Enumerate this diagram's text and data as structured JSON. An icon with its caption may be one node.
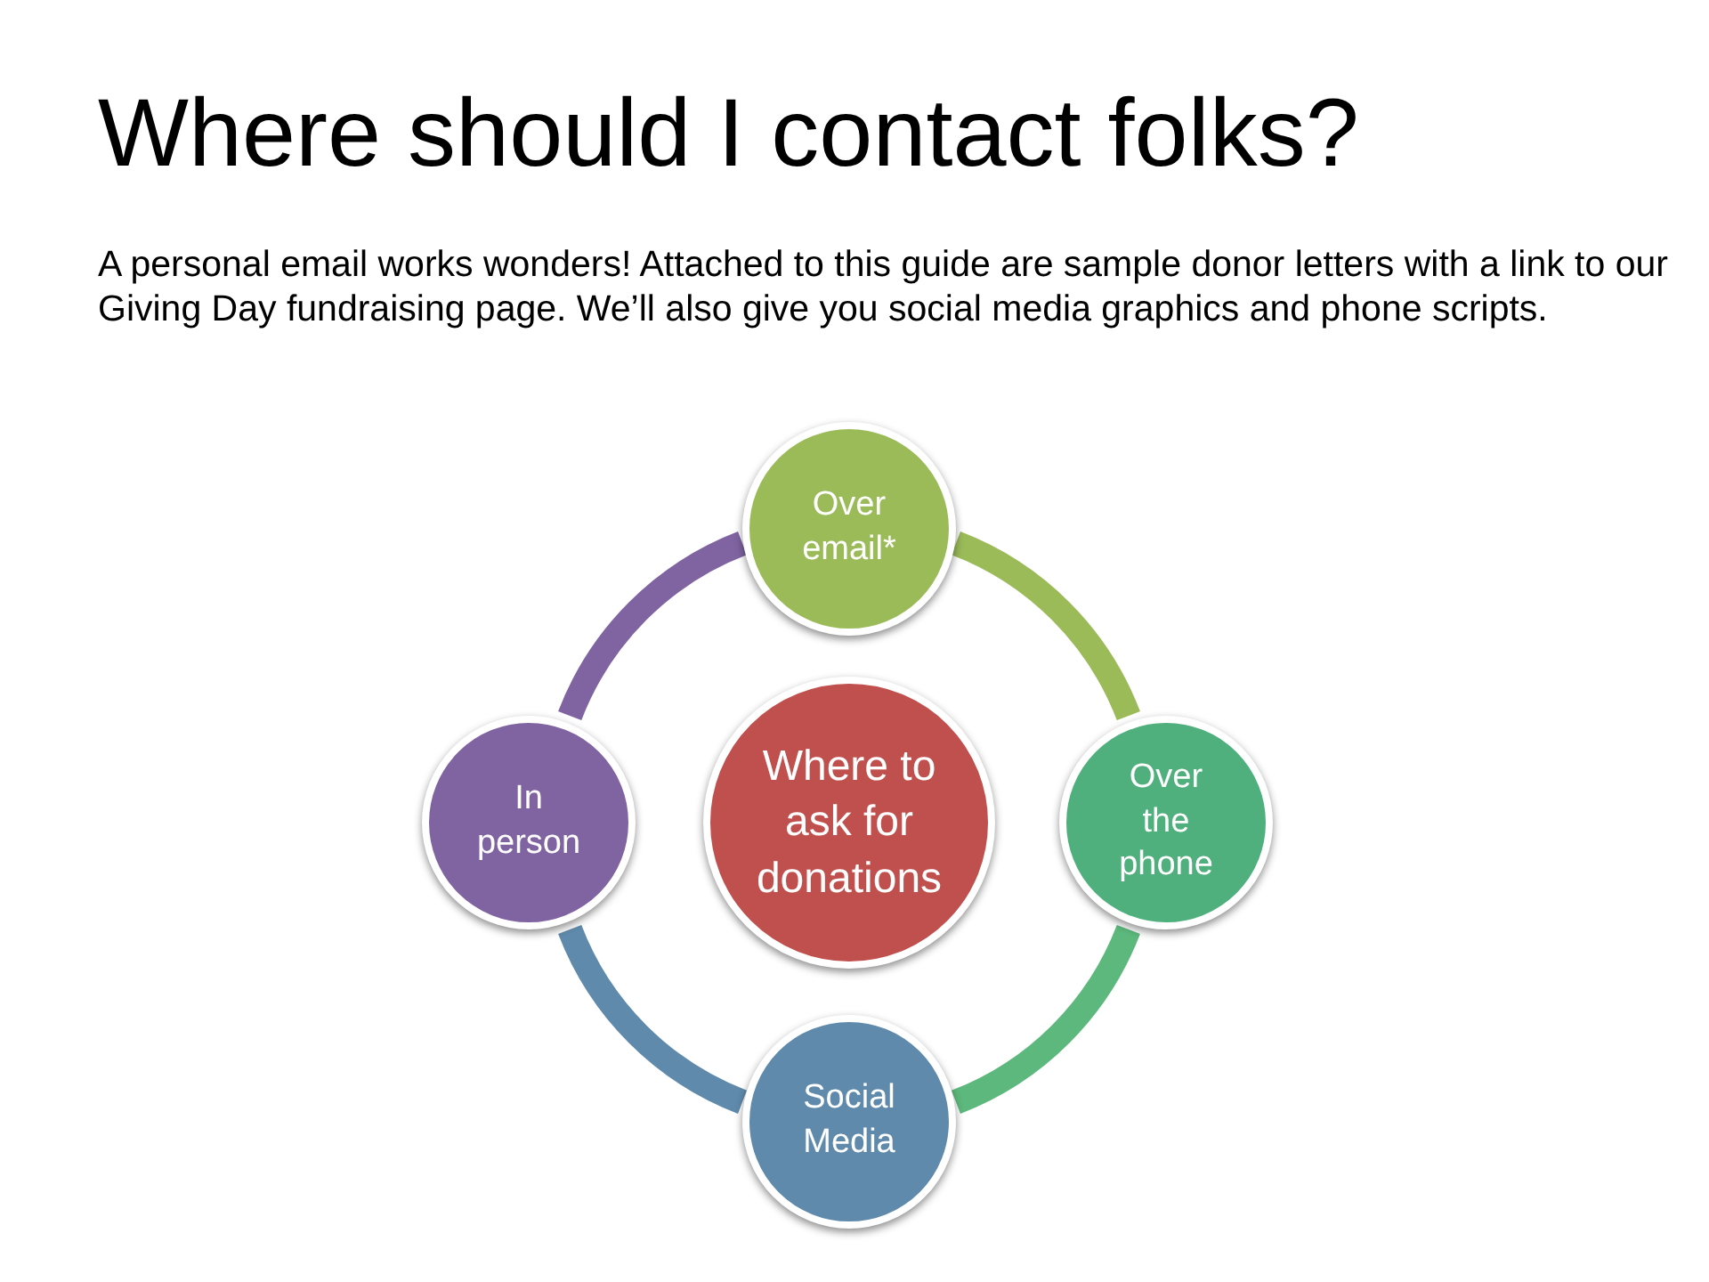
{
  "diagram": {
    "title": "Where should I contact folks?",
    "caption": "A personal email works wonders! Attached to this guide are sample donor letters with a link to our Giving Day fundraising page. We’ll also give you social media graphics and phone scripts.",
    "nodes": [
      {
        "text": [
          "Over email*"
        ]
      },
      {
        "text": [
          "In person"
        ]
      },
      {
        "text": [
          "Where to ask for donations"
        ]
      },
      {
        "text": [
          "Over the phone"
        ]
      },
      {
        "text": [
          "Social Media"
        ]
      }
    ],
    "edges": [
      {
        "from": 0,
        "to": 3,
        "arrow": "none",
        "color": "#9bbb59"
      },
      {
        "from": 3,
        "to": 4,
        "arrow": "none",
        "color": "#5cb87c"
      },
      {
        "from": 4,
        "to": 1,
        "arrow": "none",
        "color": "#5f8aab"
      },
      {
        "from": 1,
        "to": 0,
        "arrow": "none",
        "color": "#8064a2"
      }
    ]
  }
}
